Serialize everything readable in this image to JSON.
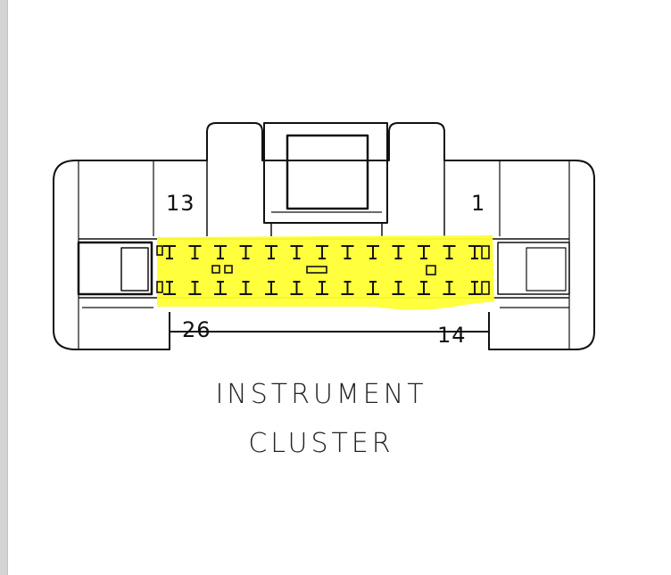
{
  "connector": {
    "pin_label_top_left": "13",
    "pin_label_top_right": "1",
    "pin_label_bottom_left": "26",
    "pin_label_bottom_right": "14",
    "pins_per_row": 13
  },
  "caption": {
    "line1": "INSTRUMENT",
    "line2": "CLUSTER"
  },
  "colors": {
    "highlight": "#ffff33",
    "line": "#111111",
    "background": "#ffffff"
  }
}
